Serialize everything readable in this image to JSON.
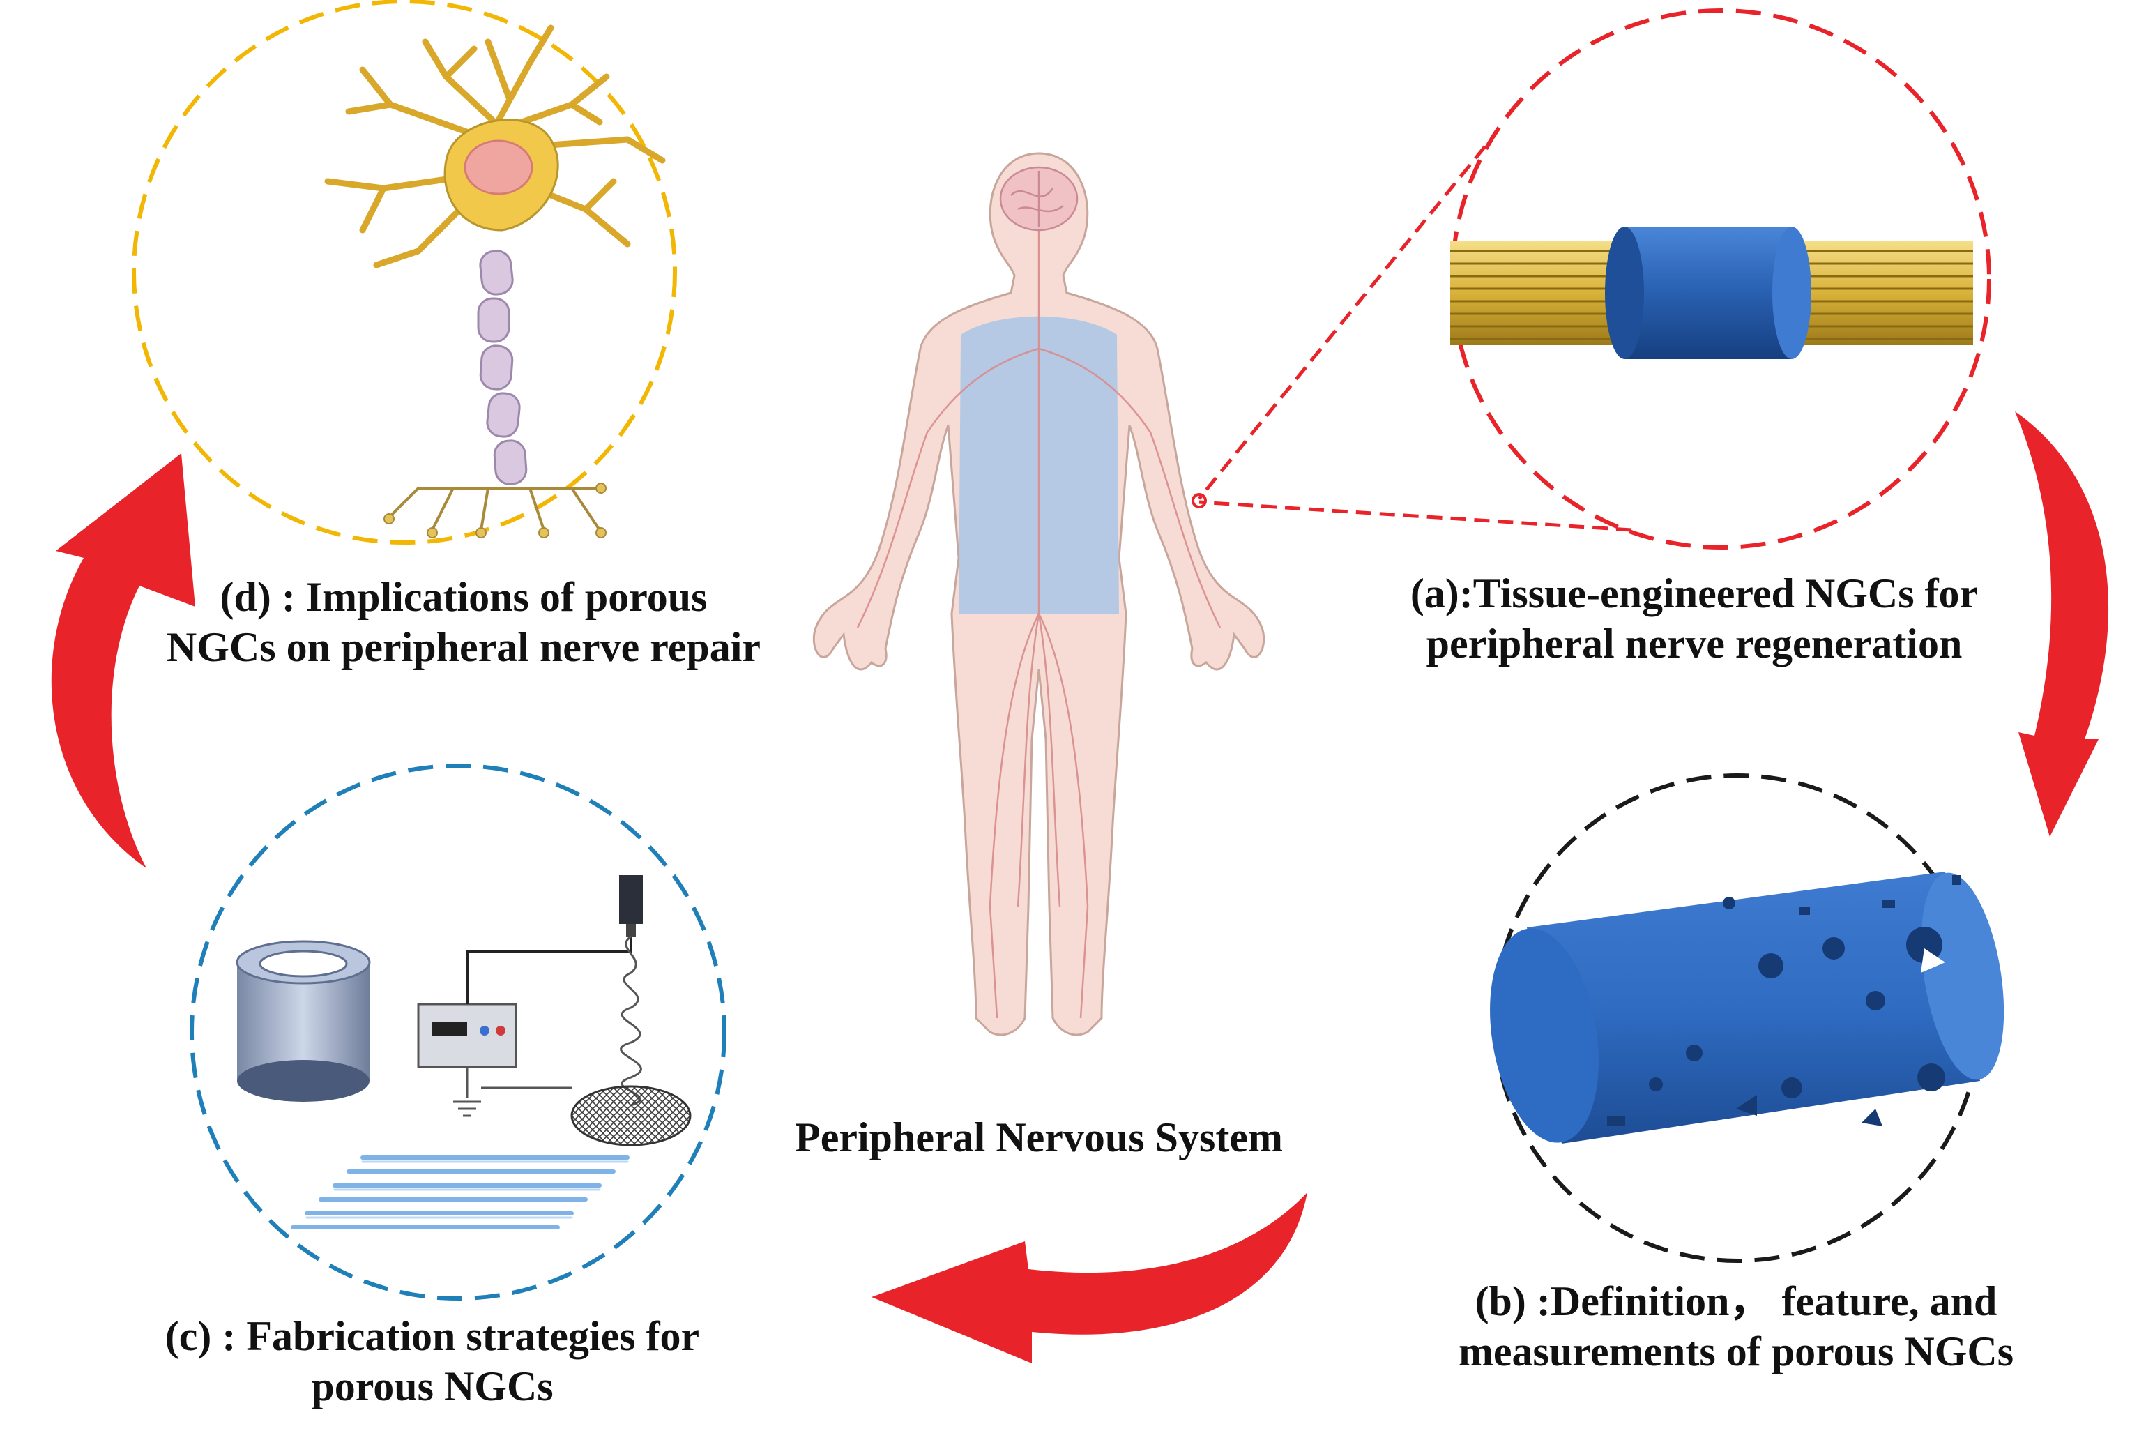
{
  "center": {
    "label": "Peripheral Nervous System"
  },
  "panels": {
    "a": {
      "line1": "(a):Tissue-engineered NGCs for",
      "line2": "peripheral nerve regeneration",
      "color": "#e8232a"
    },
    "b": {
      "line1": "(b) :Definition， feature, and",
      "line2": "measurements of porous NGCs",
      "color": "#1a1a1a"
    },
    "c": {
      "line1": "(c) : Fabrication strategies for",
      "line2": "porous NGCs",
      "color": "#1f7fb8"
    },
    "d": {
      "line1": "(d) : Implications of porous",
      "line2": "NGCs on peripheral nerve repair",
      "color": "#f2b705"
    }
  },
  "colors": {
    "arrow": "#e8232a",
    "body_skin": "#f6dcd4",
    "body_outline": "#c9a69c",
    "spine_region": "#a9c6e8",
    "nerve": "#d98b8b",
    "ngc_blue": "#2b63b5",
    "axon_gold": "#d9b23a",
    "neuron_yellow": "#f2c84b",
    "myelin": "#d9c8e0"
  }
}
